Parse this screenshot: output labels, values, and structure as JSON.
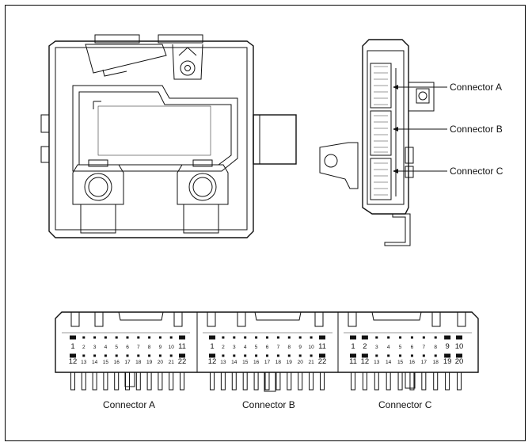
{
  "callouts": {
    "a": "Connector A",
    "b": "Connector B",
    "c": "Connector C"
  },
  "captions": {
    "a": "Connector A",
    "b": "Connector B",
    "c": "Connector C"
  },
  "connector_a": {
    "top_pins": [
      "1",
      "2",
      "3",
      "4",
      "5",
      "6",
      "7",
      "8",
      "9",
      "10",
      "11"
    ],
    "bottom_pins": [
      "12",
      "13",
      "14",
      "15",
      "16",
      "17",
      "18",
      "19",
      "20",
      "21",
      "22"
    ],
    "emphasized": [
      "1",
      "11",
      "12",
      "22"
    ]
  },
  "connector_b": {
    "top_pins": [
      "1",
      "2",
      "3",
      "4",
      "5",
      "6",
      "7",
      "8",
      "9",
      "10",
      "11"
    ],
    "bottom_pins": [
      "12",
      "13",
      "14",
      "15",
      "16",
      "17",
      "18",
      "19",
      "20",
      "21",
      "22"
    ],
    "emphasized": [
      "1",
      "11",
      "12",
      "22"
    ]
  },
  "connector_c": {
    "top_pins": [
      "1",
      "2",
      "3",
      "4",
      "5",
      "6",
      "7",
      "8",
      "9",
      "10"
    ],
    "bottom_pins": [
      "11",
      "12",
      "13",
      "14",
      "15",
      "16",
      "17",
      "18",
      "19",
      "20"
    ],
    "emphasized": [
      "1",
      "2",
      "9",
      "10",
      "11",
      "12",
      "19",
      "20"
    ]
  }
}
